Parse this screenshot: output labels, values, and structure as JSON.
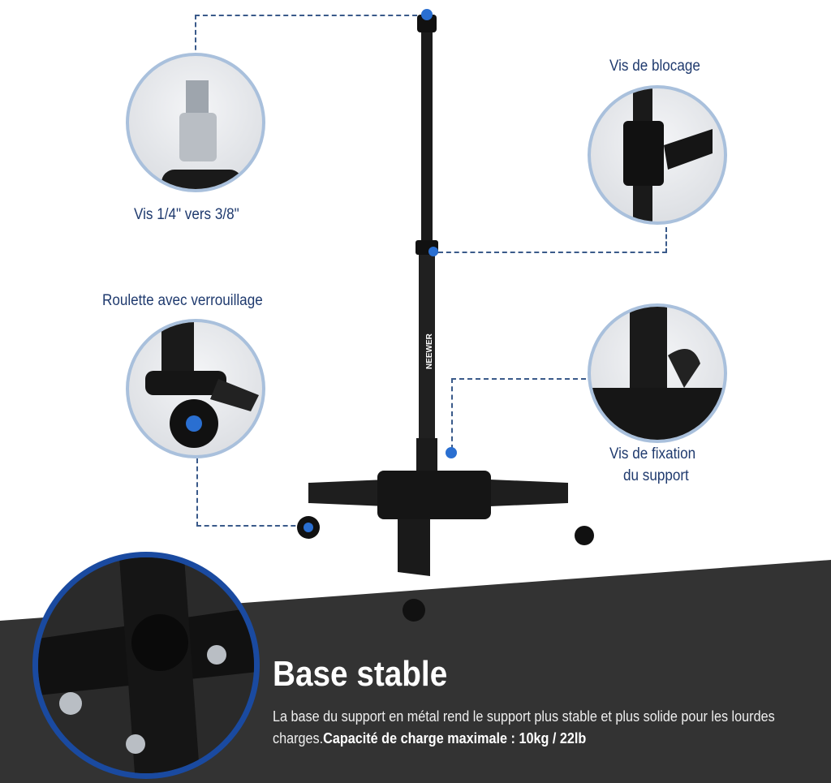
{
  "labels": {
    "screw_adapter": "Vis 1/4\" vers 3/8\"",
    "locking_knob": "Vis de blocage",
    "locking_caster": "Roulette avec verrouillage",
    "fixing_screw_line1": "Vis de fixation",
    "fixing_screw_line2": "du support"
  },
  "brand": "NEEWER",
  "feature": {
    "title": "Base stable",
    "description": "La base du support en métal rend le support plus stable et plus solide pour les lourdes charges.",
    "highlight": "Capacité de charge maximale : 10kg / 22lb"
  },
  "colors": {
    "label": "#1f3a6e",
    "dark_band": "#333333",
    "circle_border": "#a9c0dc",
    "accent_blue": "#1a4aa0"
  }
}
